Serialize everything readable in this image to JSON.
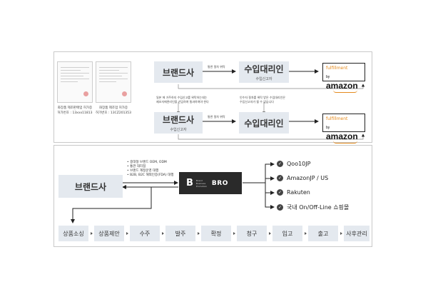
{
  "top": {
    "certs": [
      {
        "caption_line1": "화장품 제조판매업 허가증",
        "caption_line2": "허가번호 : 13xxx11813"
      },
      {
        "caption_line1": "화장품 제조업 허가증",
        "caption_line2": "허가번호 : 13CZ201353"
      }
    ],
    "row1": {
      "brand": "브랜드사",
      "arrow_label": "통관 절차 위탁",
      "importer": "수입대리인",
      "importer_sub": "수입신고자"
    },
    "row2_note_left": [
      "일본 에 거주하지 수입신고를 위탁하는데는",
      "제조자에관리인을 선임하여 통과하여야 한다"
    ],
    "row2_note_right": [
      "인수자 절차를 위탁 받은 수입대리인은",
      "수입신고자가 될 수 없습니다"
    ],
    "row2": {
      "brand": "브랜드사",
      "brand_sub": "수입신고자",
      "arrow_label": "통관 절차 위탁",
      "importer": "수입대리인"
    },
    "amazon": {
      "fulfillment": "fulfillment",
      "by": "by",
      "name": "amazon"
    }
  },
  "bottom": {
    "brand": "브랜드사",
    "features": [
      "• 중대형 브랜드 OEM, ODM",
      "• 통관 대리점",
      "• 브랜드 계정운영 대행",
      "• B2B, B2C 해외인증(FDA) 대행"
    ],
    "bro": {
      "letter": "B",
      "small": "Brand Business Promotion",
      "text": "BRO"
    },
    "channels": [
      "Qoo10JP",
      "AmazonJP / US",
      "Rakuten",
      "국내 On/Off-Line 쇼핑몰"
    ],
    "steps": [
      "상품소싱",
      "상품제안",
      "수주",
      "발주",
      "확정",
      "청구",
      "입고",
      "출고",
      "사후관리"
    ]
  }
}
